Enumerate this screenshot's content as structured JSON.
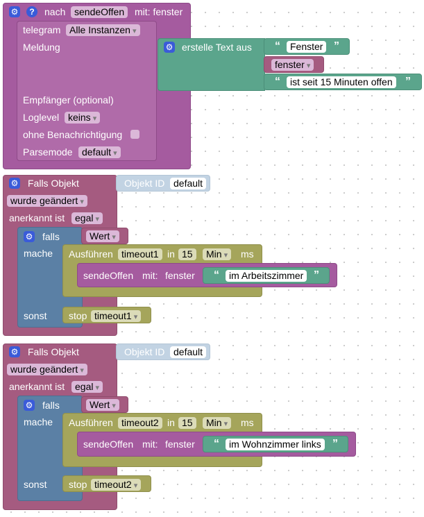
{
  "proc_call": {
    "prefix": "nach",
    "proc_name": "sendeOffen",
    "mit_label": "mit: fenster",
    "telegram_label": "telegram",
    "telegram_value": "Alle Instanzen",
    "meldung_label": "Meldung",
    "empfaenger_label": "Empfänger (optional)",
    "loglevel_label": "Loglevel",
    "loglevel_value": "keins",
    "ohne_label": "ohne Benachrichtigung",
    "parsemode_label": "Parsemode",
    "parsemode_value": "default"
  },
  "text_join": {
    "label": "erstelle Text aus",
    "item1": "Fenster",
    "item2": "fenster",
    "item3": "ist seit 15 Minuten offen"
  },
  "trigger1": {
    "falls_objekt": "Falls Objekt",
    "objekt_id_label": "Objekt ID",
    "objekt_id_value": "default",
    "wurde_geaendert": "wurde geändert",
    "anerkannt_label": "anerkannt ist",
    "anerkannt_value": "egal",
    "falls_label": "falls",
    "wert_value": "Wert",
    "mache_label": "mache",
    "ausfuehren_label": "Ausführen",
    "timeout_value": "timeout1",
    "in_label": "in",
    "num_value": "15",
    "unit_value": "Min",
    "ms_label": "ms",
    "call_label": "sendeOffen",
    "call_mit_label": "mit:",
    "call_param_label": "fenster",
    "call_text": "im Arbeitszimmer",
    "sonst_label": "sonst",
    "stop_label": "stop",
    "stop_value": "timeout1"
  },
  "trigger2": {
    "falls_objekt": "Falls Objekt",
    "objekt_id_label": "Objekt ID",
    "objekt_id_value": "default",
    "wurde_geaendert": "wurde geändert",
    "anerkannt_label": "anerkannt ist",
    "anerkannt_value": "egal",
    "falls_label": "falls",
    "wert_value": "Wert",
    "mache_label": "mache",
    "ausfuehren_label": "Ausführen",
    "timeout_value": "timeout2",
    "in_label": "in",
    "num_value": "15",
    "unit_value": "Min",
    "ms_label": "ms",
    "call_label": "sendeOffen",
    "call_mit_label": "mit:",
    "call_param_label": "fenster",
    "call_text": "im Wohnzimmer links",
    "sonst_label": "sonst",
    "stop_label": "stop",
    "stop_value": "timeout2"
  },
  "colors": {
    "procedure": "#a55b9f",
    "logic": "#5b80a5",
    "text": "#5ba58c",
    "timeouts": "#a5a55b",
    "event": "#a55b80"
  },
  "icons": [
    "gear-icon",
    "help-icon",
    "quote-open-icon",
    "quote-close-icon",
    "dropdown-arrow-icon"
  ]
}
